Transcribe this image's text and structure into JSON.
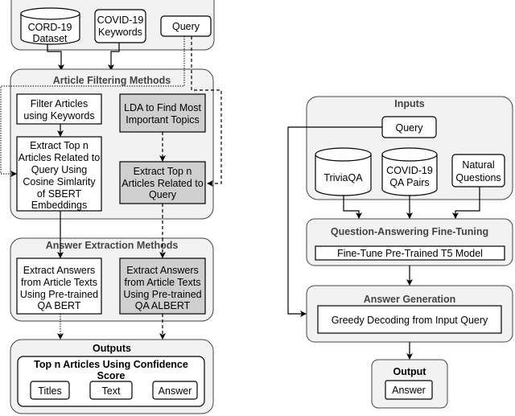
{
  "left": {
    "inputs": {
      "cord19": [
        "CORD-19",
        "Dataset"
      ],
      "keywords": [
        "COVID-19",
        "Keywords"
      ],
      "query": "Query"
    },
    "filtering": {
      "title": "Article Filtering Methods",
      "filter_keywords": [
        "Filter Articles",
        "using Keywords"
      ],
      "extract_sbert": [
        "Extract Top n",
        "Articles Related to",
        "Query Using",
        "Cosine Simlarity",
        "of SBERT",
        "Embeddings"
      ],
      "lda": [
        "LDA to Find Most",
        "Important Topics"
      ],
      "extract_lda": [
        "Extract Top n",
        "Articles Related to",
        "Query"
      ]
    },
    "extraction": {
      "title": "Answer Extraction Methods",
      "bert": [
        "Extract Answers",
        "from Article Texts",
        "Using Pre-trained",
        "QA BERT"
      ],
      "albert": [
        "Extract Answers",
        "from Article Texts",
        "Using Pre-trained",
        "QA ALBERT"
      ]
    },
    "outputs": {
      "title": "Outputs",
      "subtitle": [
        "Top n Articles Using Confidence",
        "Score"
      ],
      "items": [
        "Titles",
        "Text",
        "Answer"
      ]
    }
  },
  "right": {
    "inputs": {
      "title": "Inputs",
      "query": "Query",
      "triviaqa": "TriviaQA",
      "covid_qa": [
        "COVID-19",
        "QA Pairs"
      ],
      "natural_questions": [
        "Natural",
        "Questions"
      ]
    },
    "finetuning": {
      "title": "Question-Answering Fine-Tuning",
      "step": "Fine-Tune Pre-Trained T5 Model"
    },
    "generation": {
      "title": "Answer Generation",
      "step": "Greedy Decoding from Input Query"
    },
    "output": {
      "title": "Output",
      "answer": "Answer"
    }
  }
}
